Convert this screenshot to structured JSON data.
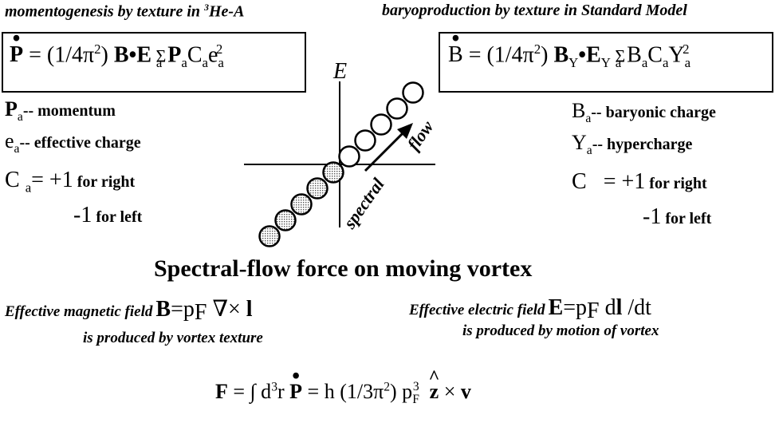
{
  "left": {
    "header_pre": "momentogenesis  by  texture in ",
    "header_sup": "3",
    "header_post": "He-A",
    "formula": {
      "lhs": "P",
      "eq": " = (1/4π",
      "eq_sup": "2",
      "eq_post": ") ",
      "be": "B•E",
      "sigma": " Σ ",
      "sigma_sub": "a",
      "p": "P",
      "p_sub": "a",
      "c": "C",
      "c_sub": "a",
      "e": "e",
      "e_sub": "a",
      "e_sup": "2"
    },
    "defs": [
      {
        "sym": "P",
        "sub": "a",
        "text": "-- momentum"
      },
      {
        "sym": "e",
        "sub": "a",
        "text": "--  effective charge"
      }
    ],
    "c_line": {
      "sym": "C",
      "sub": "a",
      "value": "= +1",
      "label": " for right"
    },
    "minus_line": {
      "value": "-1",
      "label": " for left"
    }
  },
  "right": {
    "header": "baryoproduction by texture in Standard Model",
    "formula": {
      "lhs": "B",
      "eq": " = (1/4π",
      "eq_sup": "2",
      "eq_post": ") ",
      "b": "B",
      "b_sub": "Y",
      "dot": "•",
      "e": "E",
      "e_sub": "Y",
      "sigma": " Σ ",
      "sigma_sub": "a",
      "bb": "B",
      "bb_sub": "a",
      "c": "C",
      "c_sub": "a",
      "y": "Y",
      "y_sub": "a",
      "y_sup": "2"
    },
    "defs": [
      {
        "sym": "B",
        "sub": "a",
        "text": "-- baryonic charge"
      },
      {
        "sym": "Y",
        "sub": "a",
        "text": "-- hypercharge"
      }
    ],
    "c_line": {
      "sym": "C",
      "value": "= +1",
      "label": " for right"
    },
    "minus_line": {
      "value": "-1",
      "label": " for left"
    }
  },
  "diagram": {
    "axis_label": "E",
    "arrow_label": "flow",
    "spectral_label": "spectral",
    "filled_count": 5,
    "empty_count": 5
  },
  "title": "Spectral-flow force on moving vortex",
  "magnetic": {
    "label": "Effective magnetic field",
    "b": "B",
    "eq": "=p",
    "sub": "F",
    "rest": " ∇× ",
    "l": "l",
    "line2": "is produced by vortex texture"
  },
  "electric": {
    "label": "Effective electric field",
    "e": "E",
    "eq": "=p",
    "sub": "F",
    "rest": " d",
    "l": "l",
    "rest2": " /dt",
    "line2": "is produced by motion of vortex"
  },
  "force": {
    "f": "F",
    "eq": "  = ∫ d",
    "sup3": "3",
    "r": "r  ",
    "p": "P",
    "eq2": " = h (1/3π",
    "sup2": "2",
    "close": ") p",
    "sub": "F",
    "sup3b": "3",
    "z": "z",
    "times": "  × ",
    "v": "v"
  }
}
